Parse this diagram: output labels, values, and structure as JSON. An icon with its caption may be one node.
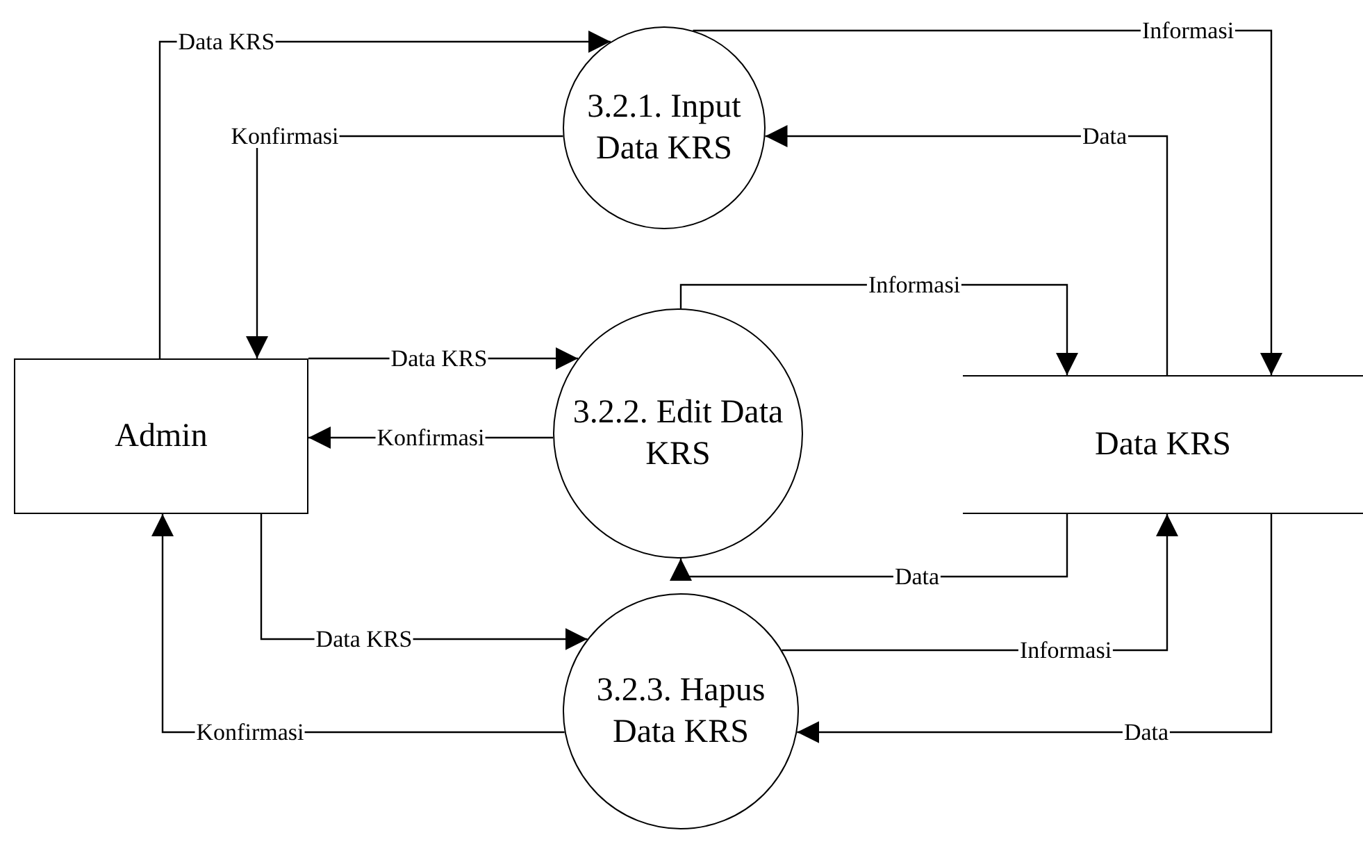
{
  "diagram": {
    "nodes": [
      {
        "text": [
          "Admin"
        ]
      },
      {
        "text": [
          "3.2.1. Input Data KRS"
        ]
      },
      {
        "text": [
          "3.2.2. Edit Data KRS"
        ]
      },
      {
        "text": [
          "3.2.3. Hapus Data KRS"
        ]
      },
      {
        "text": [
          "Data KRS"
        ]
      }
    ],
    "edges": [
      {
        "from": 0,
        "to": 1,
        "arrow": "to",
        "label": "Data KRS"
      },
      {
        "from": 1,
        "to": 0,
        "arrow": "to",
        "label": "Konfirmasi"
      },
      {
        "from": 1,
        "to": 4,
        "arrow": "to",
        "label": "Informasi"
      },
      {
        "from": 4,
        "to": 1,
        "arrow": "to",
        "label": "Data"
      },
      {
        "from": 0,
        "to": 2,
        "arrow": "to",
        "label": "Data KRS"
      },
      {
        "from": 2,
        "to": 0,
        "arrow": "to",
        "label": "Konfirmasi"
      },
      {
        "from": 2,
        "to": 4,
        "arrow": "to",
        "label": "Informasi"
      },
      {
        "from": 4,
        "to": 2,
        "arrow": "to",
        "label": "Data"
      },
      {
        "from": 0,
        "to": 3,
        "arrow": "to",
        "label": "Data KRS"
      },
      {
        "from": 3,
        "to": 0,
        "arrow": "to",
        "label": "Konfirmasi"
      },
      {
        "from": 3,
        "to": 4,
        "arrow": "to",
        "label": "Informasi"
      },
      {
        "from": 4,
        "to": 3,
        "arrow": "to",
        "label": "Data"
      }
    ]
  }
}
